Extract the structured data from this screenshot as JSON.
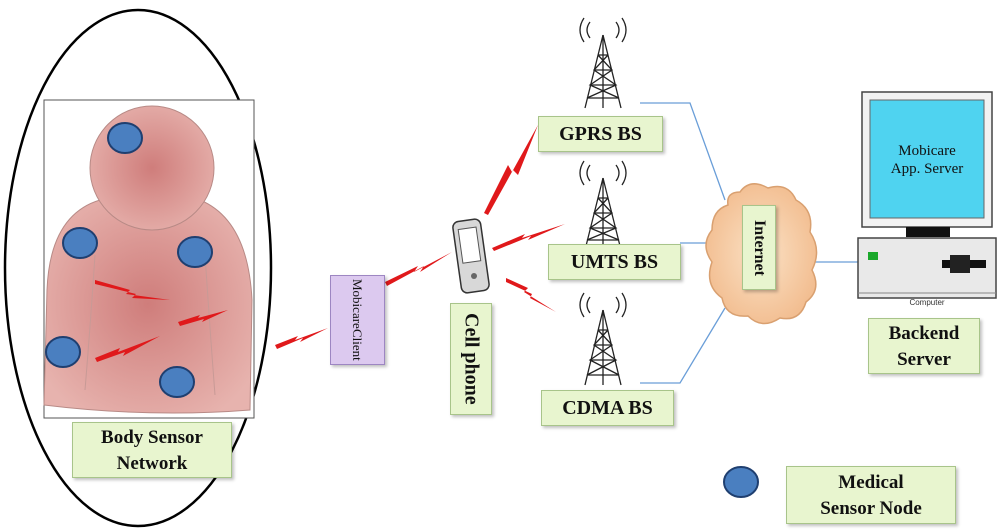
{
  "body_sensor_network": {
    "line1": "Body Sensor",
    "line2": "Network"
  },
  "mobicare_client": {
    "line1": "Mobicare",
    "line2": "Client"
  },
  "cell_phone": {
    "label": "Cell phone"
  },
  "base_stations": {
    "gprs": "GPRS BS",
    "umts": "UMTS BS",
    "cdma": "CDMA BS"
  },
  "internet": {
    "label": "Internet"
  },
  "server": {
    "screen_line1": "Mobicare",
    "screen_line2": "App. Server",
    "case_label": "Computer",
    "label_line1": "Backend",
    "label_line2": "Server"
  },
  "legend": {
    "line1": "Medical",
    "line2": "Sensor Node"
  },
  "colors": {
    "sensor_node": "#4a7fc0",
    "body": "#dfa3a0",
    "label_bg": "#e8f5cf",
    "client_bg": "#dcc9ef",
    "lightning": "#e0191b",
    "screen": "#4fd3f0",
    "cloud": "#f5c89a",
    "link_line": "#6a9ed8"
  }
}
